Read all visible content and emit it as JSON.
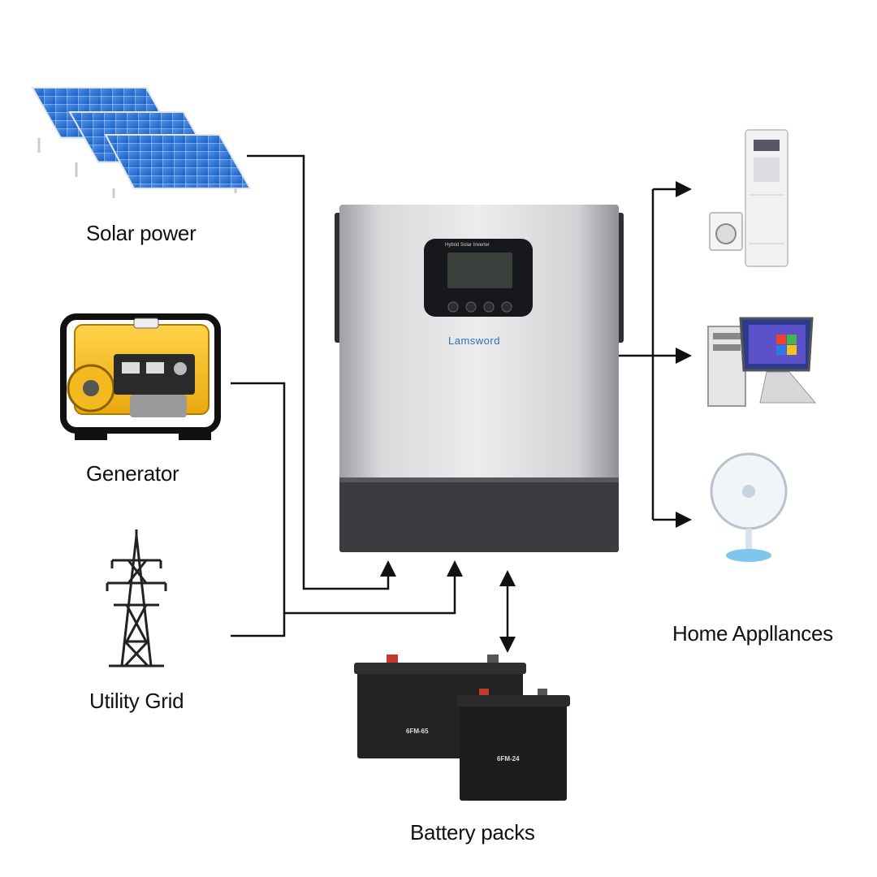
{
  "sources": {
    "solar": "Solar power",
    "generator": "Generator",
    "grid": "Utility Grid"
  },
  "loads": {
    "title": "Home Appllances",
    "items": [
      "air-conditioner",
      "computer",
      "fan"
    ]
  },
  "storage": {
    "title": "Battery packs",
    "battery_1_model": "6FM-65",
    "battery_2_model": "6FM-24"
  },
  "inverter": {
    "brand": "Lamsword",
    "screen_title": "Hybrid Solar Inverter"
  },
  "colors": {
    "connector": "#111111",
    "inverter_body": "#c8c9cb",
    "inverter_base": "#3a3c40",
    "brand_blue": "#2f6fb5",
    "solar_panel": "#2a6fd1"
  }
}
